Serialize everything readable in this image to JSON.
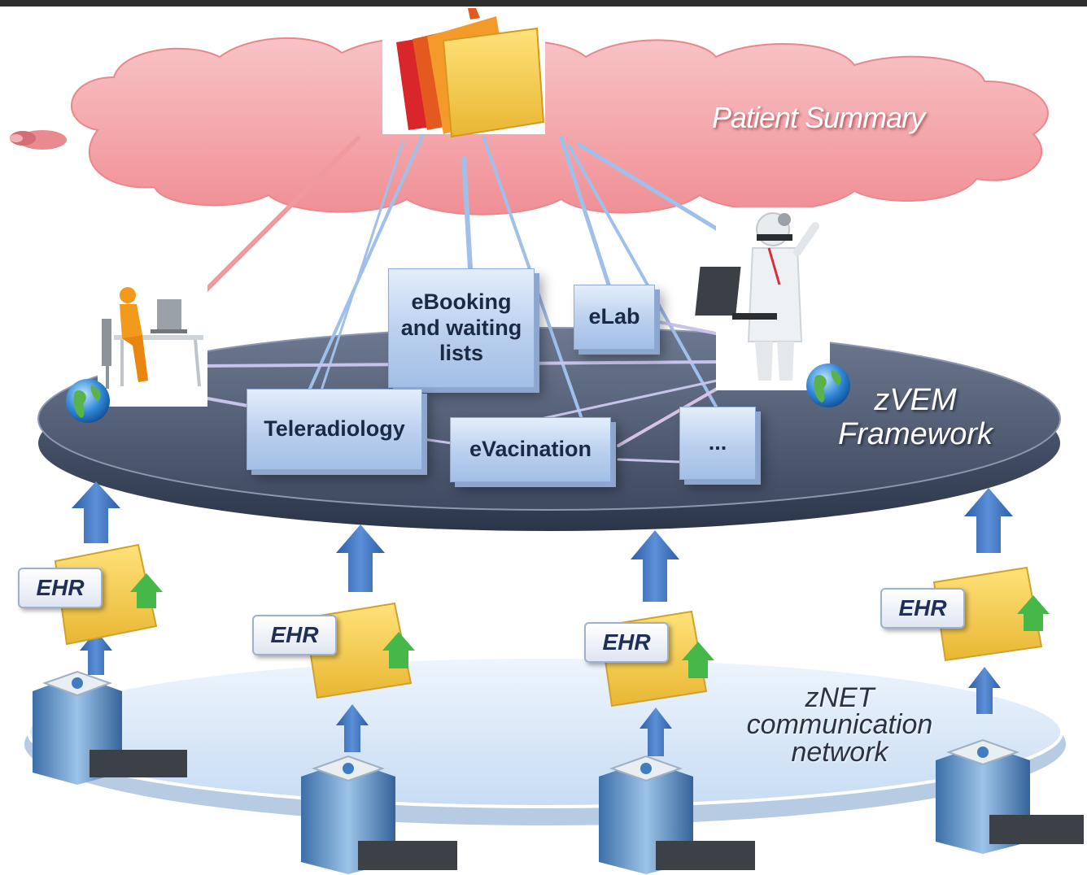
{
  "title_bar": {
    "color": "#2e2e2e"
  },
  "cloud": {
    "label": "Patient Summary",
    "color": "#f4a2a6"
  },
  "framework": {
    "label_line1": "zVEM",
    "label_line2": "Framework",
    "color": "#4d5a72"
  },
  "network": {
    "label_line1": "zNET",
    "label_line2": "communication",
    "label_line3": "network",
    "color": "#dbe9f8"
  },
  "services": [
    {
      "label": "eBooking\nand waiting\nlists"
    },
    {
      "label": "eLab"
    },
    {
      "label": "Teleradiology"
    },
    {
      "label": "eVacination"
    },
    {
      "label": "..."
    }
  ],
  "ehr_labels": [
    "EHR",
    "EHR",
    "EHR",
    "EHR"
  ],
  "icons": [
    "folders-icon",
    "worker-at-desk-icon",
    "doctor-with-laptop-icon",
    "globe-icon",
    "hospital-building-icon",
    "ehr-folder-icon",
    "upload-arrow-icon"
  ],
  "colors": {
    "arrow_blue": "#3b6fc0",
    "link_blue": "#9fc0ea",
    "link_pink": "#f09a9e",
    "box_blue": "#b9cfee"
  }
}
